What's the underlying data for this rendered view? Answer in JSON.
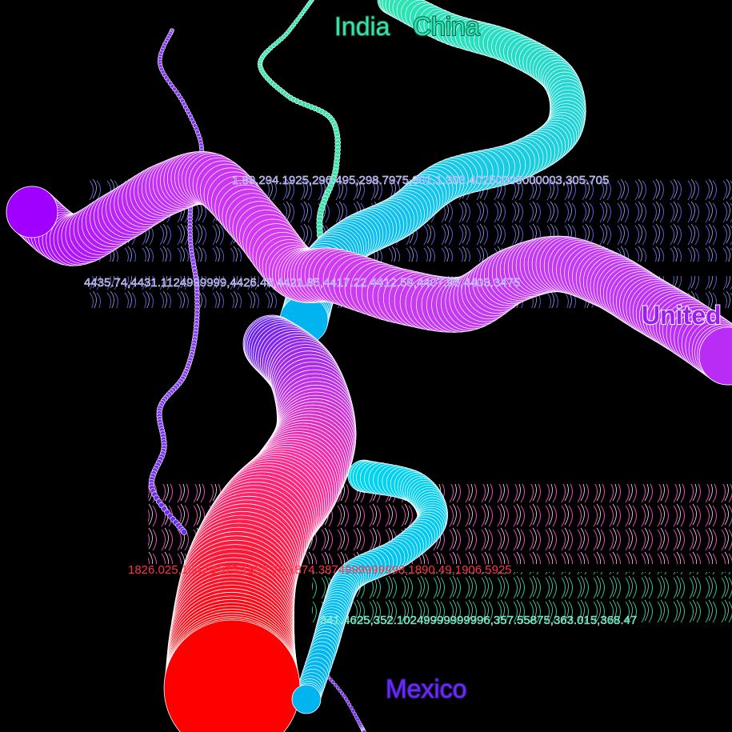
{
  "countries": {
    "india": "India",
    "china": "China",
    "united": "United",
    "mexico": "Mexico"
  },
  "number_strips": {
    "top": "1.89,294.1925,296.495,298.7975,301.1,303.40250000000003,305.705",
    "middle": "4435.74,4431.1124999999,4426.48,4421.85,4417.22,4412.59,4407.96,4403.3475",
    "lower": "1826.025,1842.1575,1858.29,1874.3874999999998,1890.49,1906.5925",
    "bottom": "341.4625,352.10249999999996,357.55875,363.015,368.47"
  },
  "colors": {
    "india": "#3fe0a8",
    "china": "#2be6b0",
    "united_fill": "#9b1cf0",
    "mexico": "#6a2bf2",
    "magenta": "#d63cf2",
    "red": "#ff0000",
    "cyan": "#00b4f0"
  }
}
